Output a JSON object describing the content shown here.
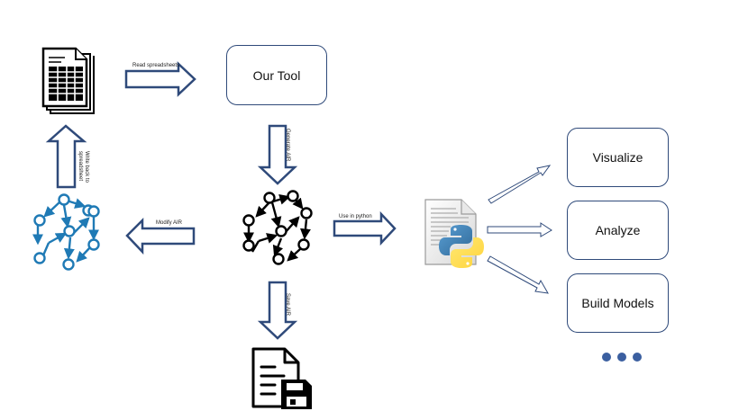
{
  "nodes": {
    "our_tool": "Our Tool",
    "visualize": "Visualize",
    "analyze": "Analyze",
    "build_models": "Build Models"
  },
  "edges": {
    "read_spreadsheets": "Read spreadsheets",
    "generate_air": "Generate AIR",
    "use_in_python": "Use in python",
    "modify_air": "Modify AIR",
    "write_back": "Write back to spreadsheet",
    "save_air": "Save AIR"
  },
  "icons": {
    "spreadsheet": "spreadsheet-document-icon",
    "graph_black": "graph-network-icon",
    "graph_blue": "modified-graph-network-icon",
    "python": "python-file-icon",
    "save": "save-document-icon",
    "more": "ellipsis-icon"
  },
  "colors": {
    "arrow_stroke": "#2f4a7a",
    "graph_blue": "#1f7ab5",
    "graph_black": "#000000",
    "dots": "#3b5fa0"
  }
}
